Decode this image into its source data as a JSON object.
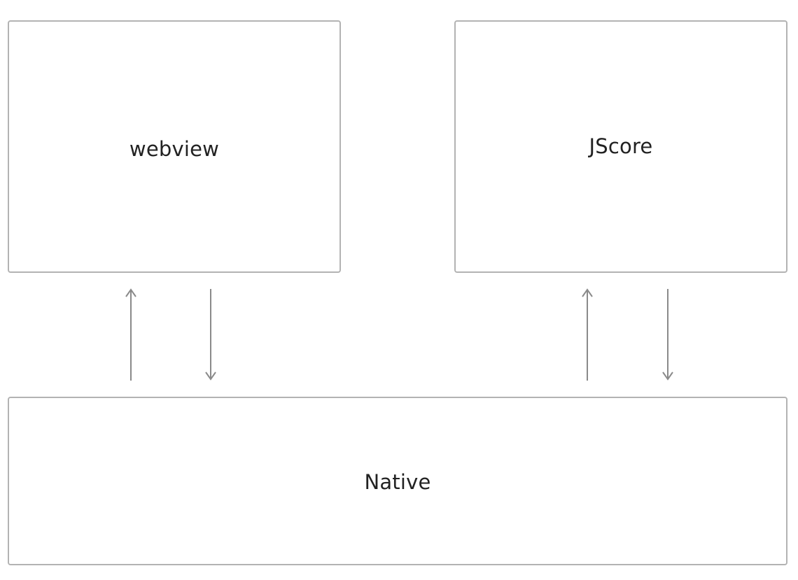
{
  "diagram": {
    "nodes": {
      "webview": {
        "label": "webview"
      },
      "jscore": {
        "label": "JScore"
      },
      "native": {
        "label": "Native"
      }
    },
    "edges": [
      {
        "from": "native",
        "to": "webview"
      },
      {
        "from": "webview",
        "to": "native"
      },
      {
        "from": "native",
        "to": "jscore"
      },
      {
        "from": "jscore",
        "to": "native"
      }
    ],
    "colors": {
      "border": "#b3b3b3",
      "arrow": "#8a8a8a",
      "text": "#222222"
    }
  }
}
